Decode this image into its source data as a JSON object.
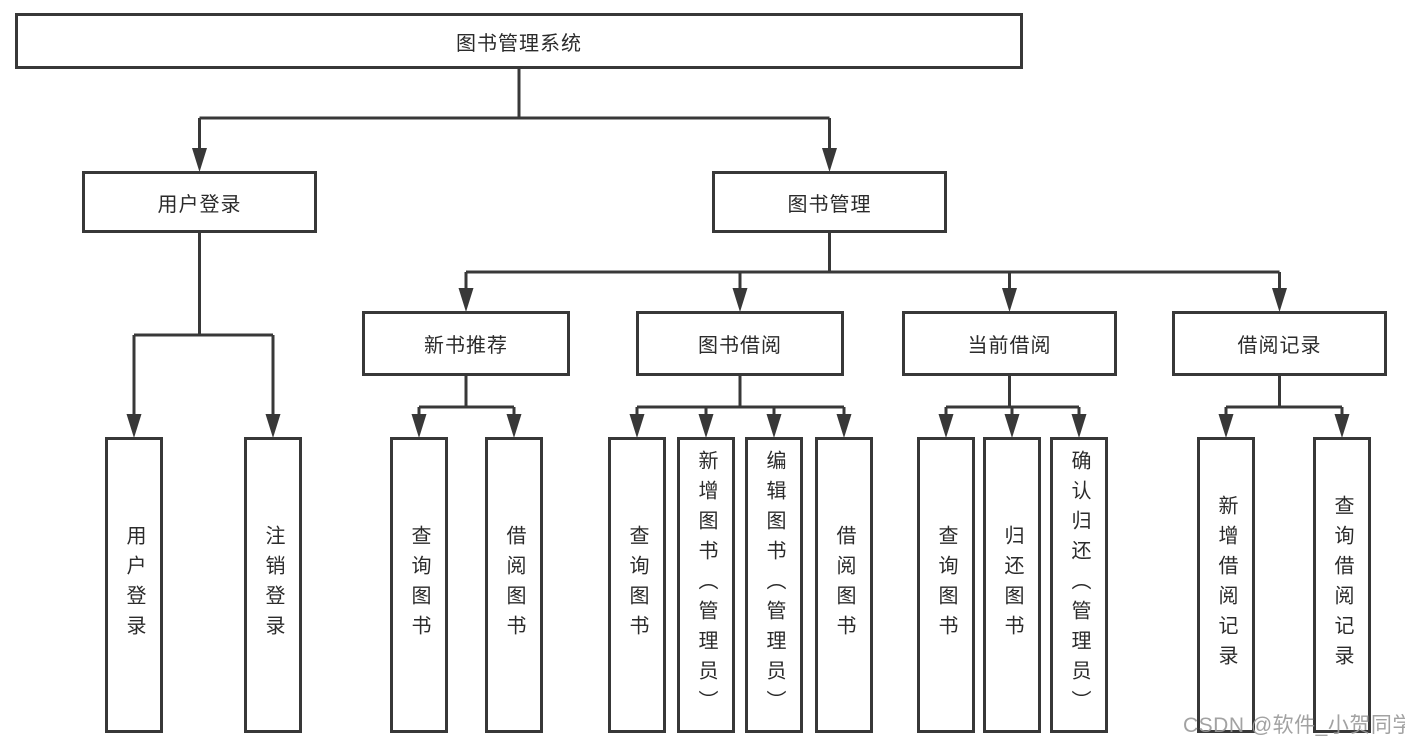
{
  "tree": {
    "root": {
      "label": "图书管理系统"
    },
    "login": {
      "label": "用户登录",
      "leaves": [
        {
          "label": "用户登录"
        },
        {
          "label": "注销登录"
        }
      ]
    },
    "management": {
      "label": "图书管理",
      "groups": [
        {
          "label": "新书推荐",
          "leaves": [
            {
              "label": "查询图书"
            },
            {
              "label": "借阅图书"
            }
          ]
        },
        {
          "label": "图书借阅",
          "leaves": [
            {
              "label": "查询图书"
            },
            {
              "label": "新增图书（管理员）"
            },
            {
              "label": "编辑图书（管理员）"
            },
            {
              "label": "借阅图书"
            }
          ]
        },
        {
          "label": "当前借阅",
          "leaves": [
            {
              "label": "查询图书"
            },
            {
              "label": "归还图书"
            },
            {
              "label": "确认归还（管理员）"
            }
          ]
        },
        {
          "label": "借阅记录",
          "leaves": [
            {
              "label": "新增借阅记录"
            },
            {
              "label": "查询借阅记录"
            }
          ]
        }
      ]
    }
  },
  "watermark": {
    "text": "CSDN @软件_小贺同学"
  },
  "colors": {
    "line": "#383838",
    "box_border": "#383838",
    "text": "#2b2b2b",
    "watermark": "#9a9a9a",
    "background": "#ffffff"
  }
}
